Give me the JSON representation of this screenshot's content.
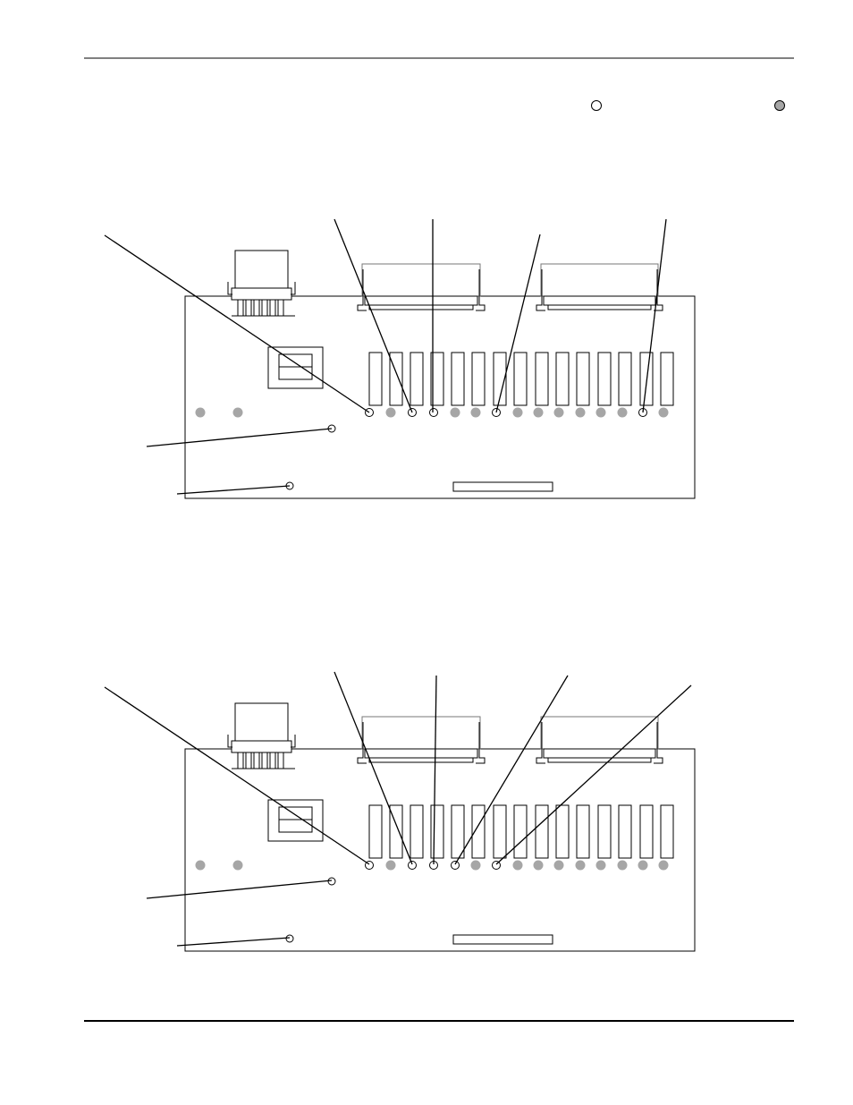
{
  "page": {
    "colors": {
      "line": "#000000",
      "led_on_fill": "#ffffff",
      "led_off_fill": "#a6a6a6",
      "connector_outline": "#777777"
    }
  },
  "legend": {
    "items": [
      {
        "icon": "led-on-icon",
        "state": "on"
      },
      {
        "icon": "led-off-icon",
        "state": "off"
      }
    ]
  },
  "diagrams": [
    {
      "name": "board-diagram-1",
      "bar_leds": [
        "on",
        "off",
        "on",
        "on",
        "off",
        "off",
        "on",
        "off",
        "off",
        "off",
        "off",
        "off",
        "off",
        "on",
        "off"
      ],
      "side_leds": [
        "off",
        "off"
      ],
      "single_leds": [
        "on",
        "on"
      ],
      "callouts": 7
    },
    {
      "name": "board-diagram-2",
      "bar_leds": [
        "on",
        "off",
        "on",
        "on",
        "on",
        "off",
        "on",
        "off",
        "off",
        "off",
        "off",
        "off",
        "off",
        "off",
        "off"
      ],
      "side_leds": [
        "off",
        "off"
      ],
      "single_leds": [
        "on",
        "on"
      ],
      "callouts": 7
    }
  ]
}
